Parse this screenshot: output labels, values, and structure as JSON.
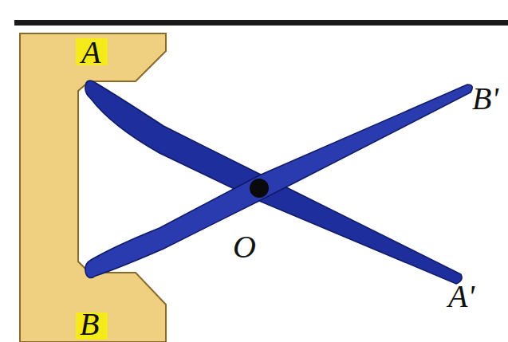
{
  "diagram": {
    "labels": [
      "A",
      "B'",
      "O",
      "B",
      "A'"
    ]
  }
}
